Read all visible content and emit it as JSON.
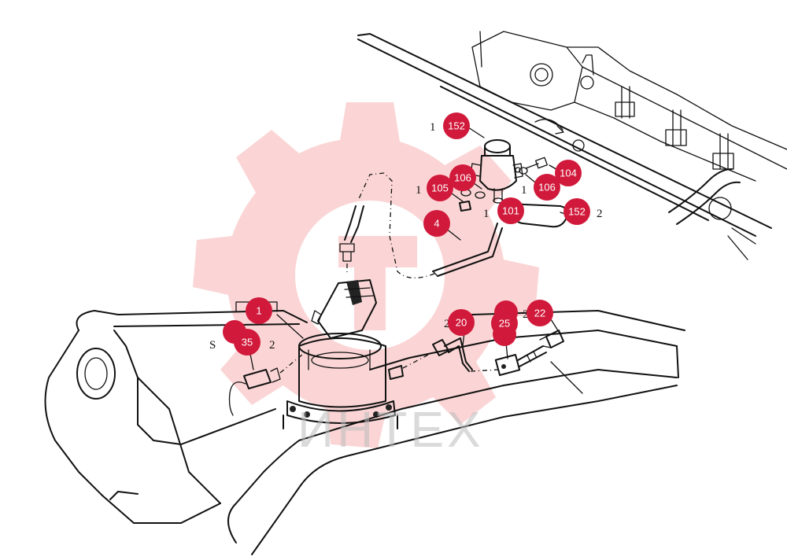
{
  "watermark": {
    "text": "ИНТЕХ",
    "color": "#f28a8a"
  },
  "callout_color": "#d11a3b",
  "callouts": [
    {
      "id": "c152a",
      "label": "152"
    },
    {
      "id": "c106a",
      "label": "106"
    },
    {
      "id": "c105",
      "label": "105"
    },
    {
      "id": "c104",
      "label": "104"
    },
    {
      "id": "c106b",
      "label": "106"
    },
    {
      "id": "c101",
      "label": "101"
    },
    {
      "id": "c152b",
      "label": "152"
    },
    {
      "id": "c4",
      "label": "4"
    },
    {
      "id": "c1",
      "label": "1"
    },
    {
      "id": "c35",
      "label": "35"
    },
    {
      "id": "c20",
      "label": "20"
    },
    {
      "id": "c25",
      "label": "25"
    },
    {
      "id": "c22",
      "label": "22"
    }
  ],
  "quantities": [
    {
      "id": "q152a",
      "text": "1"
    },
    {
      "id": "q105",
      "text": "1"
    },
    {
      "id": "q106b",
      "text": "1"
    },
    {
      "id": "q101",
      "text": "1"
    },
    {
      "id": "q152b",
      "text": "2"
    },
    {
      "id": "q35s",
      "text": "S"
    },
    {
      "id": "q35",
      "text": "2"
    },
    {
      "id": "q20",
      "text": "2"
    },
    {
      "id": "q22",
      "text": "2"
    }
  ]
}
